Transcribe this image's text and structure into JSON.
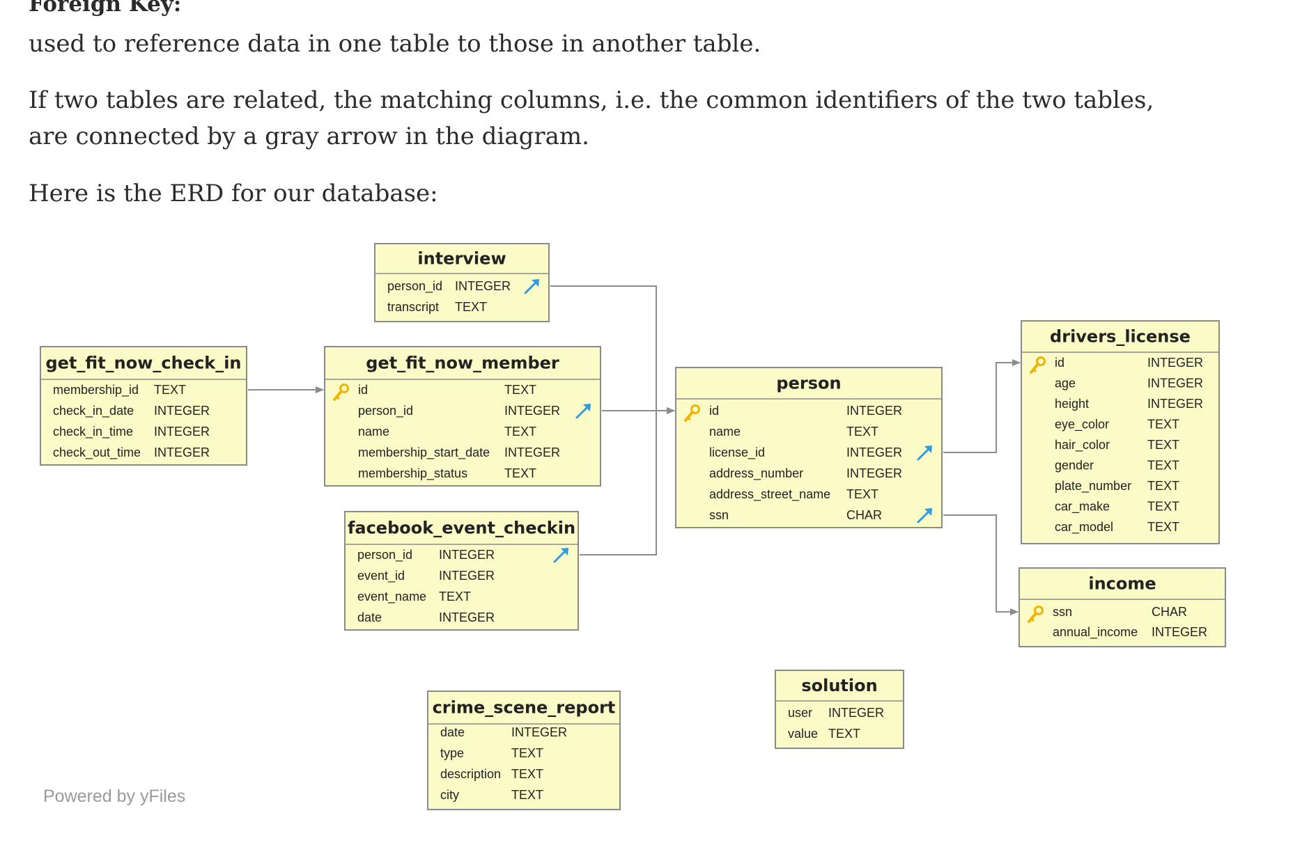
{
  "text": {
    "heading": "Foreign Key:",
    "p1": "used to reference data in one table to those in another table.",
    "p2_line1": "If two tables are related, the matching columns, i.e. the common identifiers of the two tables,",
    "p2_line2": "are connected by a gray arrow in the diagram.",
    "p3": "Here is the ERD for our database:"
  },
  "colors": {
    "table_fill": "#fbfbc8",
    "table_border": "#8a8a8a",
    "connector": "#8c8c8c",
    "key_icon": "#f0b400",
    "fk_icon": "#2f9be0"
  },
  "diagram": {
    "powered_by": "Powered by yFiles",
    "tables": {
      "interview": {
        "name": "interview",
        "columns": [
          {
            "name": "person_id",
            "type": "INTEGER",
            "fk": true
          },
          {
            "name": "transcript",
            "type": "TEXT"
          }
        ]
      },
      "get_fit_now_check_in": {
        "name": "get_fit_now_check_in",
        "columns": [
          {
            "name": "membership_id",
            "type": "TEXT"
          },
          {
            "name": "check_in_date",
            "type": "INTEGER"
          },
          {
            "name": "check_in_time",
            "type": "INTEGER"
          },
          {
            "name": "check_out_time",
            "type": "INTEGER"
          }
        ]
      },
      "get_fit_now_member": {
        "name": "get_fit_now_member",
        "columns": [
          {
            "name": "id",
            "type": "TEXT",
            "pk": true
          },
          {
            "name": "person_id",
            "type": "INTEGER",
            "fk": true
          },
          {
            "name": "name",
            "type": "TEXT"
          },
          {
            "name": "membership_start_date",
            "type": "INTEGER"
          },
          {
            "name": "membership_status",
            "type": "TEXT"
          }
        ]
      },
      "facebook_event_checkin": {
        "name": "facebook_event_checkin",
        "columns": [
          {
            "name": "person_id",
            "type": "INTEGER",
            "fk": true
          },
          {
            "name": "event_id",
            "type": "INTEGER"
          },
          {
            "name": "event_name",
            "type": "TEXT"
          },
          {
            "name": "date",
            "type": "INTEGER"
          }
        ]
      },
      "person": {
        "name": "person",
        "columns": [
          {
            "name": "id",
            "type": "INTEGER",
            "pk": true
          },
          {
            "name": "name",
            "type": "TEXT"
          },
          {
            "name": "license_id",
            "type": "INTEGER",
            "fk": true
          },
          {
            "name": "address_number",
            "type": "INTEGER"
          },
          {
            "name": "address_street_name",
            "type": "TEXT"
          },
          {
            "name": "ssn",
            "type": "CHAR",
            "fk": true
          }
        ]
      },
      "drivers_license": {
        "name": "drivers_license",
        "columns": [
          {
            "name": "id",
            "type": "INTEGER",
            "pk": true
          },
          {
            "name": "age",
            "type": "INTEGER"
          },
          {
            "name": "height",
            "type": "INTEGER"
          },
          {
            "name": "eye_color",
            "type": "TEXT"
          },
          {
            "name": "hair_color",
            "type": "TEXT"
          },
          {
            "name": "gender",
            "type": "TEXT"
          },
          {
            "name": "plate_number",
            "type": "TEXT"
          },
          {
            "name": "car_make",
            "type": "TEXT"
          },
          {
            "name": "car_model",
            "type": "TEXT"
          }
        ]
      },
      "income": {
        "name": "income",
        "columns": [
          {
            "name": "ssn",
            "type": "CHAR",
            "pk": true
          },
          {
            "name": "annual_income",
            "type": "INTEGER"
          }
        ]
      },
      "solution": {
        "name": "solution",
        "columns": [
          {
            "name": "user",
            "type": "INTEGER"
          },
          {
            "name": "value",
            "type": "TEXT"
          }
        ]
      },
      "crime_scene_report": {
        "name": "crime_scene_report",
        "columns": [
          {
            "name": "date",
            "type": "INTEGER"
          },
          {
            "name": "type",
            "type": "TEXT"
          },
          {
            "name": "description",
            "type": "TEXT"
          },
          {
            "name": "city",
            "type": "TEXT"
          }
        ]
      }
    },
    "relations": [
      {
        "from": "interview.person_id",
        "to": "person.id"
      },
      {
        "from": "get_fit_now_member.person_id",
        "to": "person.id"
      },
      {
        "from": "facebook_event_checkin.person_id",
        "to": "person.id"
      },
      {
        "from": "get_fit_now_check_in.membership_id",
        "to": "get_fit_now_member.id"
      },
      {
        "from": "person.license_id",
        "to": "drivers_license.id"
      },
      {
        "from": "person.ssn",
        "to": "income.ssn"
      }
    ]
  }
}
